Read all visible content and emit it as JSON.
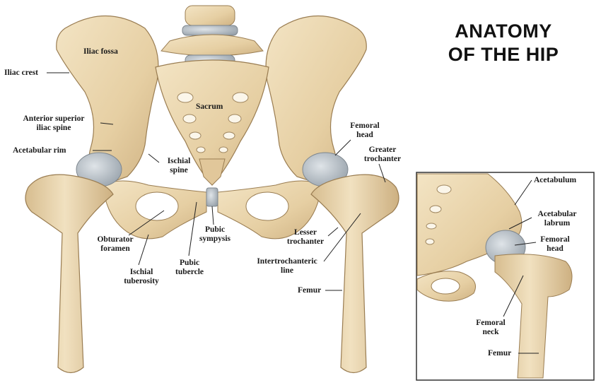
{
  "title": {
    "line1": "ANATOMY",
    "line2": "OF THE HIP"
  },
  "labels": {
    "iliac_fossa": "Iliac fossa",
    "iliac_crest": "Iliac crest",
    "asis_line1": "Anterior superior",
    "asis_line2": "iliac spine",
    "acetabular_rim": "Acetabular rim",
    "sacrum": "Sacrum",
    "ischial_spine_line1": "Ischial",
    "ischial_spine_line2": "spine",
    "obturator_line1": "Obturator",
    "obturator_line2": "foramen",
    "ischial_tuberosity_line1": "Ischial",
    "ischial_tuberosity_line2": "tuberosity",
    "pubic_tubercle_line1": "Pubic",
    "pubic_tubercle_line2": "tubercle",
    "pubic_symphysis_line1": "Pubic",
    "pubic_symphysis_line2": "sympysis",
    "femoral_head_line1": "Femoral",
    "femoral_head_line2": "head",
    "greater_trochanter_line1": "Greater",
    "greater_trochanter_line2": "trochanter",
    "lesser_trochanter_line1": "Lesser",
    "lesser_trochanter_line2": "trochanter",
    "intertrochanteric_line1": "Intertrochanteric",
    "intertrochanteric_line2": "line",
    "femur": "Femur"
  },
  "inset_labels": {
    "acetabulum": "Acetabulum",
    "acetabular_labrum_line1": "Acetabular",
    "acetabular_labrum_line2": "labrum",
    "femoral_head_line1": "Femoral",
    "femoral_head_line2": "head",
    "femoral_neck_line1": "Femoral",
    "femoral_neck_line2": "neck",
    "femur": "Femur"
  },
  "colors": {
    "bone": "#ecd9b2",
    "bone_shadow": "#cfb283",
    "bone_outline": "#9a7d52",
    "cartilage": "#b9c1c8",
    "leader_line": "#222222"
  }
}
